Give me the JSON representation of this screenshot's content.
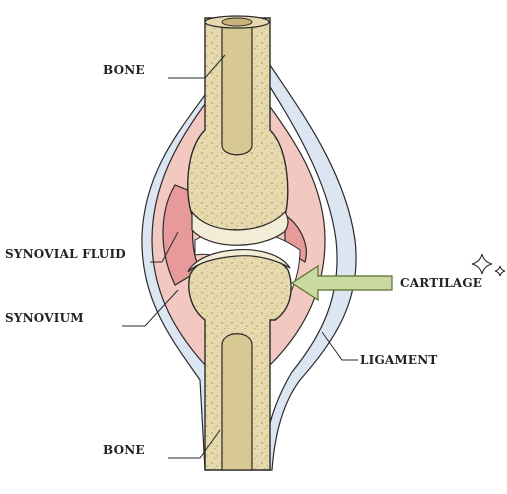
{
  "labels": {
    "bone_top": "BONE",
    "synovial_fluid": "SYNOVIAL FLUID",
    "synovium": "SYNOVIUM",
    "cartilage": "CARTILAGE",
    "ligament": "LIGAMENT",
    "bone_bottom": "BONE"
  },
  "colors": {
    "bone": "#e6d9ae",
    "bone_dark": "#c9b37a",
    "spongy_dot": "#b79c62",
    "marrow": "#d8c894",
    "cartilage": "#f3ecd6",
    "synovial_fluid": "#e89a9a",
    "synovium": "#f4c9bd",
    "capsule": "#f2c8c0",
    "ligament": "#dbe6f2",
    "ligament_edge": "#9db4cf",
    "outline": "#2a2a2a",
    "arrow_fill": "#c9d9a1",
    "arrow_edge": "#5b6e2a"
  },
  "icons": [
    "sparkle-icon"
  ]
}
